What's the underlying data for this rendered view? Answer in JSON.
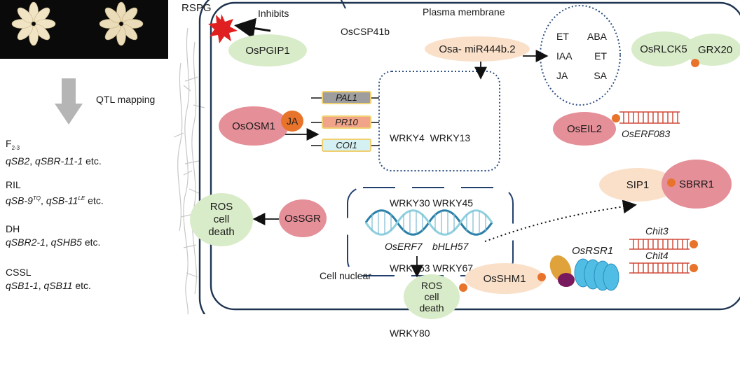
{
  "left_panel": {
    "arrow_label": "QTL mapping",
    "populations": [
      {
        "name": "F",
        "name_sub": "2-3",
        "qtl_a": "qSB2",
        "sep": ", ",
        "qtl_b": "qSBR-11-1",
        "qtl_b_sup": "",
        "suffix": " etc."
      },
      {
        "name": "RIL",
        "name_sub": "",
        "qtl_a": "qSB-9",
        "qtl_a_sup": "TQ",
        "sep": ", ",
        "qtl_b": "qSB-11",
        "qtl_b_sup": "LE",
        "suffix": " etc."
      },
      {
        "name": "DH",
        "name_sub": "",
        "qtl_a": "qSBR2-1",
        "sep": ", ",
        "qtl_b": "qSHB5",
        "qtl_b_sup": "",
        "suffix": " etc."
      },
      {
        "name": "CSSL",
        "name_sub": "",
        "qtl_a": "qSB1-1",
        "sep": ", ",
        "qtl_b": "qSB11",
        "qtl_b_sup": "",
        "suffix": " etc."
      }
    ]
  },
  "labels": {
    "rspg": "RSPG",
    "inhibits": "Inhibits",
    "plasma_membrane": "Plasma membrane",
    "oscsp41b": "OsCSP41b",
    "cell_nuclear": "Cell  nuclear"
  },
  "nodes": {
    "ospgip1": "OsPGIP1",
    "mir444": "Osa- miR444b.2",
    "osrlck5": "OsRLCK5",
    "grx20": "GRX20",
    "ososm1": "OsOSM1",
    "ja": "JA",
    "oseil2": "OsEIL2",
    "oserf083": "OsERF083",
    "sip1": "SIP1",
    "sbrr1": "SBRR1",
    "ossgr": "OsSGR",
    "ros_left": [
      "ROS",
      "cell",
      "death"
    ],
    "ros_bottom": [
      "ROS",
      "cell",
      "death"
    ],
    "osshm1": "OsSHM1",
    "osrsr1": "OsRSR1",
    "chit3": "Chit3",
    "chit4": "Chit4",
    "oserf7": "OsERF7",
    "bhlh57": "bHLH57"
  },
  "genes": [
    "PAL1",
    "PR10",
    "COI1"
  ],
  "gene_colors": [
    "#9e9e9e",
    "#f1a48a",
    "#d5f0f2"
  ],
  "wrky": [
    "WRKY4  WRKY13",
    "WRKY30 WRKY45",
    "WRKY53 WRKY67",
    "WRKY80"
  ],
  "hormones": [
    [
      "ET",
      "ABA"
    ],
    [
      "IAA",
      "ET"
    ],
    [
      "JA",
      "SA"
    ]
  ],
  "colors": {
    "cell_border": "#1f3552",
    "dotted": "#2d4f82",
    "pink": "#e58f98",
    "green": "#d9ecc9",
    "peach": "#fae0c9",
    "orange_dot": "#e8742b",
    "dna_a": "#2a7fa8",
    "dna_b": "#8fd0e0",
    "rna_red": "#d04a3a",
    "starburst": "#e02020"
  }
}
